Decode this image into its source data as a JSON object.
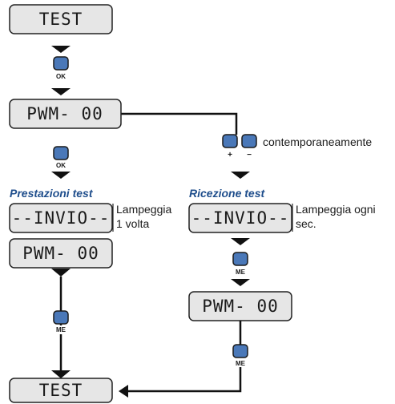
{
  "displays": {
    "test_top": "TEST",
    "pwm_main": "PWM- 00",
    "invio_left": "--INVIO--",
    "pwm_left": "PWM- 00",
    "invio_right": "--INVIO--",
    "pwm_right": "PWM- 00",
    "test_bottom": "TEST"
  },
  "buttons": {
    "ok_1": "OK",
    "ok_2": "OK",
    "plus": "+",
    "minus": "−",
    "me_left": "ME",
    "me_right_1": "ME",
    "me_right_2": "ME"
  },
  "labels": {
    "simultaneous": "contemporaneamente",
    "prestazioni_test": "Prestazioni test",
    "ricezione_test": "Ricezione test",
    "lampeggia_left_1": "Lampeggia",
    "lampeggia_left_2": "1 volta",
    "lampeggia_right_1": "Lampeggia ogni",
    "lampeggia_right_2": "sec."
  },
  "colors": {
    "button_fill": "#4a78b8",
    "heading": "#1f4e8c",
    "display_fill": "#e6e6e6"
  }
}
